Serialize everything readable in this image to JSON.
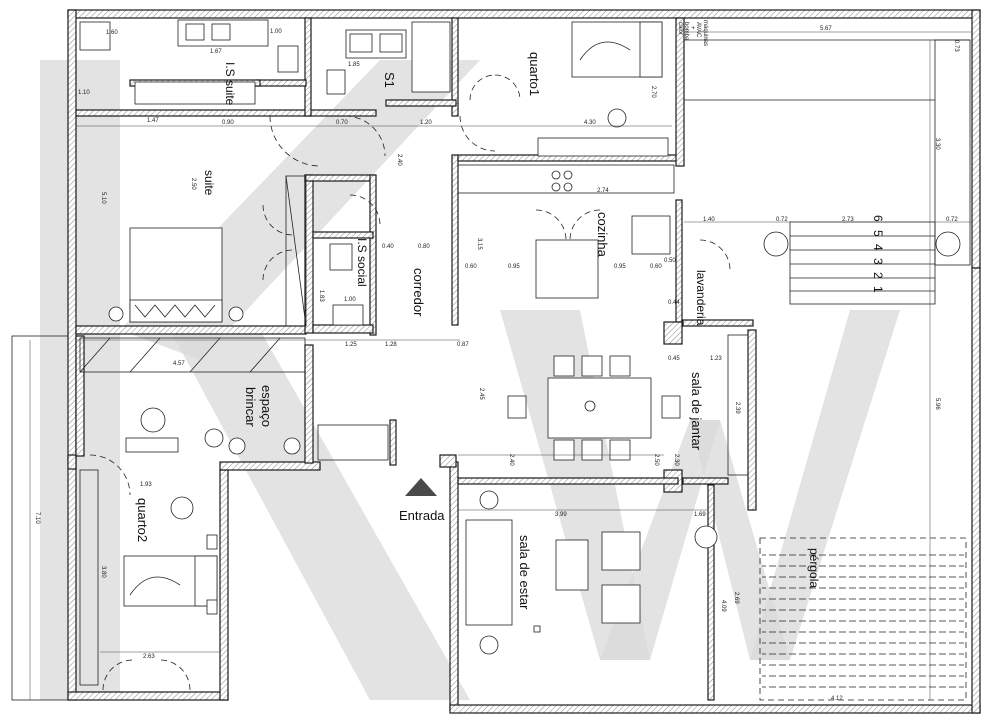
{
  "rooms": {
    "is_suite": "I.S suite",
    "s1": "S1",
    "quarto1": "quarto1",
    "suite": "suite",
    "is_social": "I.S social",
    "corredor": "corredor",
    "cozinha": "cozinha",
    "lavanderia": "lavanderia",
    "espaco_brincar": "espaço brincar",
    "sala_jantar": "sala de jantar",
    "quarto2": "quarto2",
    "sala_estar": "sala de estar",
    "pergola": "pérgola"
  },
  "entrance": "Entrada",
  "equipment": [
    "máquinas",
    "AVAC",
    "+",
    "bomba",
    "calor"
  ],
  "stairs_steps": [
    "6",
    "5",
    "4",
    "3",
    "2",
    "1"
  ],
  "dimensions": {
    "d_160": "1.60",
    "d_167": "1.67",
    "d_100a": "1.00",
    "d_185": "1.85",
    "d_128": "1.28",
    "d_567": "5.67",
    "d_073": "0.73",
    "d_147": "1.47",
    "d_090": "0.90",
    "d_070": "0.70",
    "d_120": "1.20",
    "d_430": "4.30",
    "d_240a": "2.40",
    "d_250a": "2.50",
    "d_510": "5.10",
    "d_274": "2.74",
    "d_140": "1.40",
    "d_072": "0.72",
    "d_273": "2.73",
    "d_315": "3.15",
    "d_095": "0.95",
    "d_060": "0.60",
    "d_183": "1.83",
    "d_040": "0.40",
    "d_080": "0.80",
    "d_044": "0.44",
    "d_045": "0.45",
    "d_123": "1.23",
    "d_457": "4.57",
    "d_125": "1.25",
    "d_087": "0.87",
    "d_245": "2.45",
    "d_239": "2.39",
    "d_596": "5.96",
    "d_193": "1.93",
    "d_399": "3.99",
    "d_169": "1.69",
    "d_269": "2.69",
    "d_409": "4.09",
    "d_710": "7.10",
    "d_380": "3.80",
    "d_263": "2.63",
    "d_412": "4.12",
    "d_230": "2.30",
    "d_250b": "2.50",
    "d_240b": "2.40",
    "d_330": "3.30",
    "d_270": "2.70",
    "d_110": "1.10",
    "d_050": "0.50"
  },
  "watermark": "KW"
}
